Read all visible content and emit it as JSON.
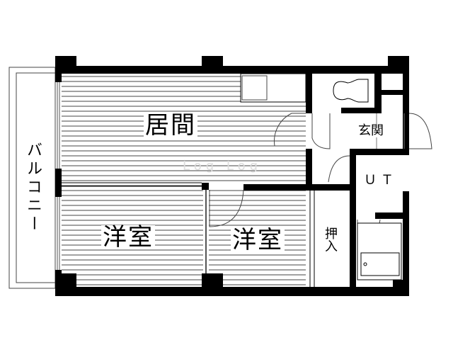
{
  "floor_plan": {
    "rooms": {
      "living": "居間",
      "western_room_1": "洋室",
      "western_room_2": "洋室",
      "entrance": "玄関",
      "unit_bath": "ＵＴ",
      "closet": "押入",
      "balcony": "バルコニー"
    },
    "watermark": "Log Log",
    "colors": {
      "wall": "#000000",
      "floor_line": "#555555",
      "background": "#ffffff"
    }
  }
}
